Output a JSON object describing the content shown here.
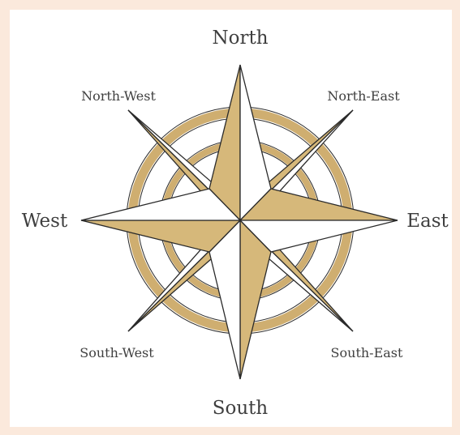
{
  "labels": {
    "north": "North",
    "north_east": "North-East",
    "east": "East",
    "south_east": "South-East",
    "south": "South",
    "south_west": "South-West",
    "west": "West",
    "north_west": "North-West"
  },
  "colors": {
    "background": "#fbe9dc",
    "card": "#ffffff",
    "gold": "#d6b87a",
    "outline": "#2a2a2a",
    "ring": "#cfae70"
  }
}
